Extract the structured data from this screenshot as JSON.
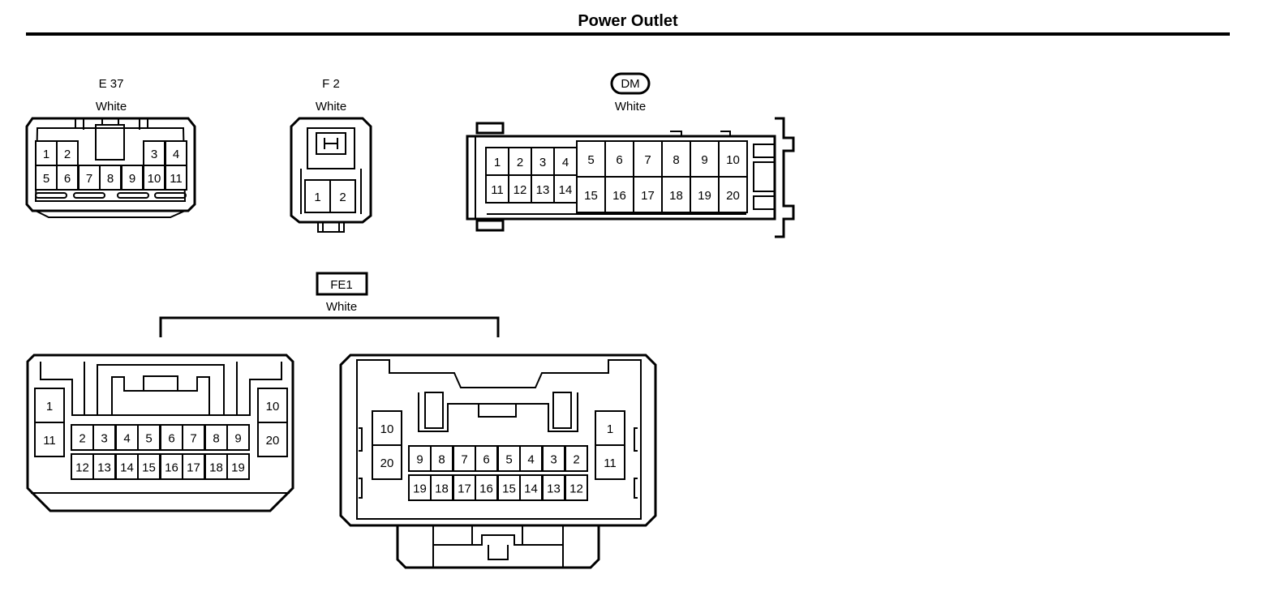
{
  "page": {
    "title": "Power Outlet"
  },
  "connectors": {
    "e37": {
      "code": "E 37",
      "color": "White",
      "pins": [
        "1",
        "2",
        "3",
        "4",
        "5",
        "6",
        "7",
        "8",
        "9",
        "10",
        "11"
      ]
    },
    "f2": {
      "code": "F 2",
      "color": "White",
      "pins": [
        "1",
        "2"
      ]
    },
    "dm": {
      "code": "DM",
      "color": "White",
      "pins": [
        "1",
        "2",
        "3",
        "4",
        "5",
        "6",
        "7",
        "8",
        "9",
        "10",
        "11",
        "12",
        "13",
        "14",
        "15",
        "16",
        "17",
        "18",
        "19",
        "20"
      ]
    },
    "fe1": {
      "code": "FE1",
      "color": "White",
      "left_pins": [
        "1",
        "2",
        "3",
        "4",
        "5",
        "6",
        "7",
        "8",
        "9",
        "10",
        "11",
        "12",
        "13",
        "14",
        "15",
        "16",
        "17",
        "18",
        "19",
        "20"
      ],
      "right_pins": [
        "1",
        "2",
        "3",
        "4",
        "5",
        "6",
        "7",
        "8",
        "9",
        "10",
        "11",
        "12",
        "13",
        "14",
        "15",
        "16",
        "17",
        "18",
        "19",
        "20"
      ]
    }
  }
}
